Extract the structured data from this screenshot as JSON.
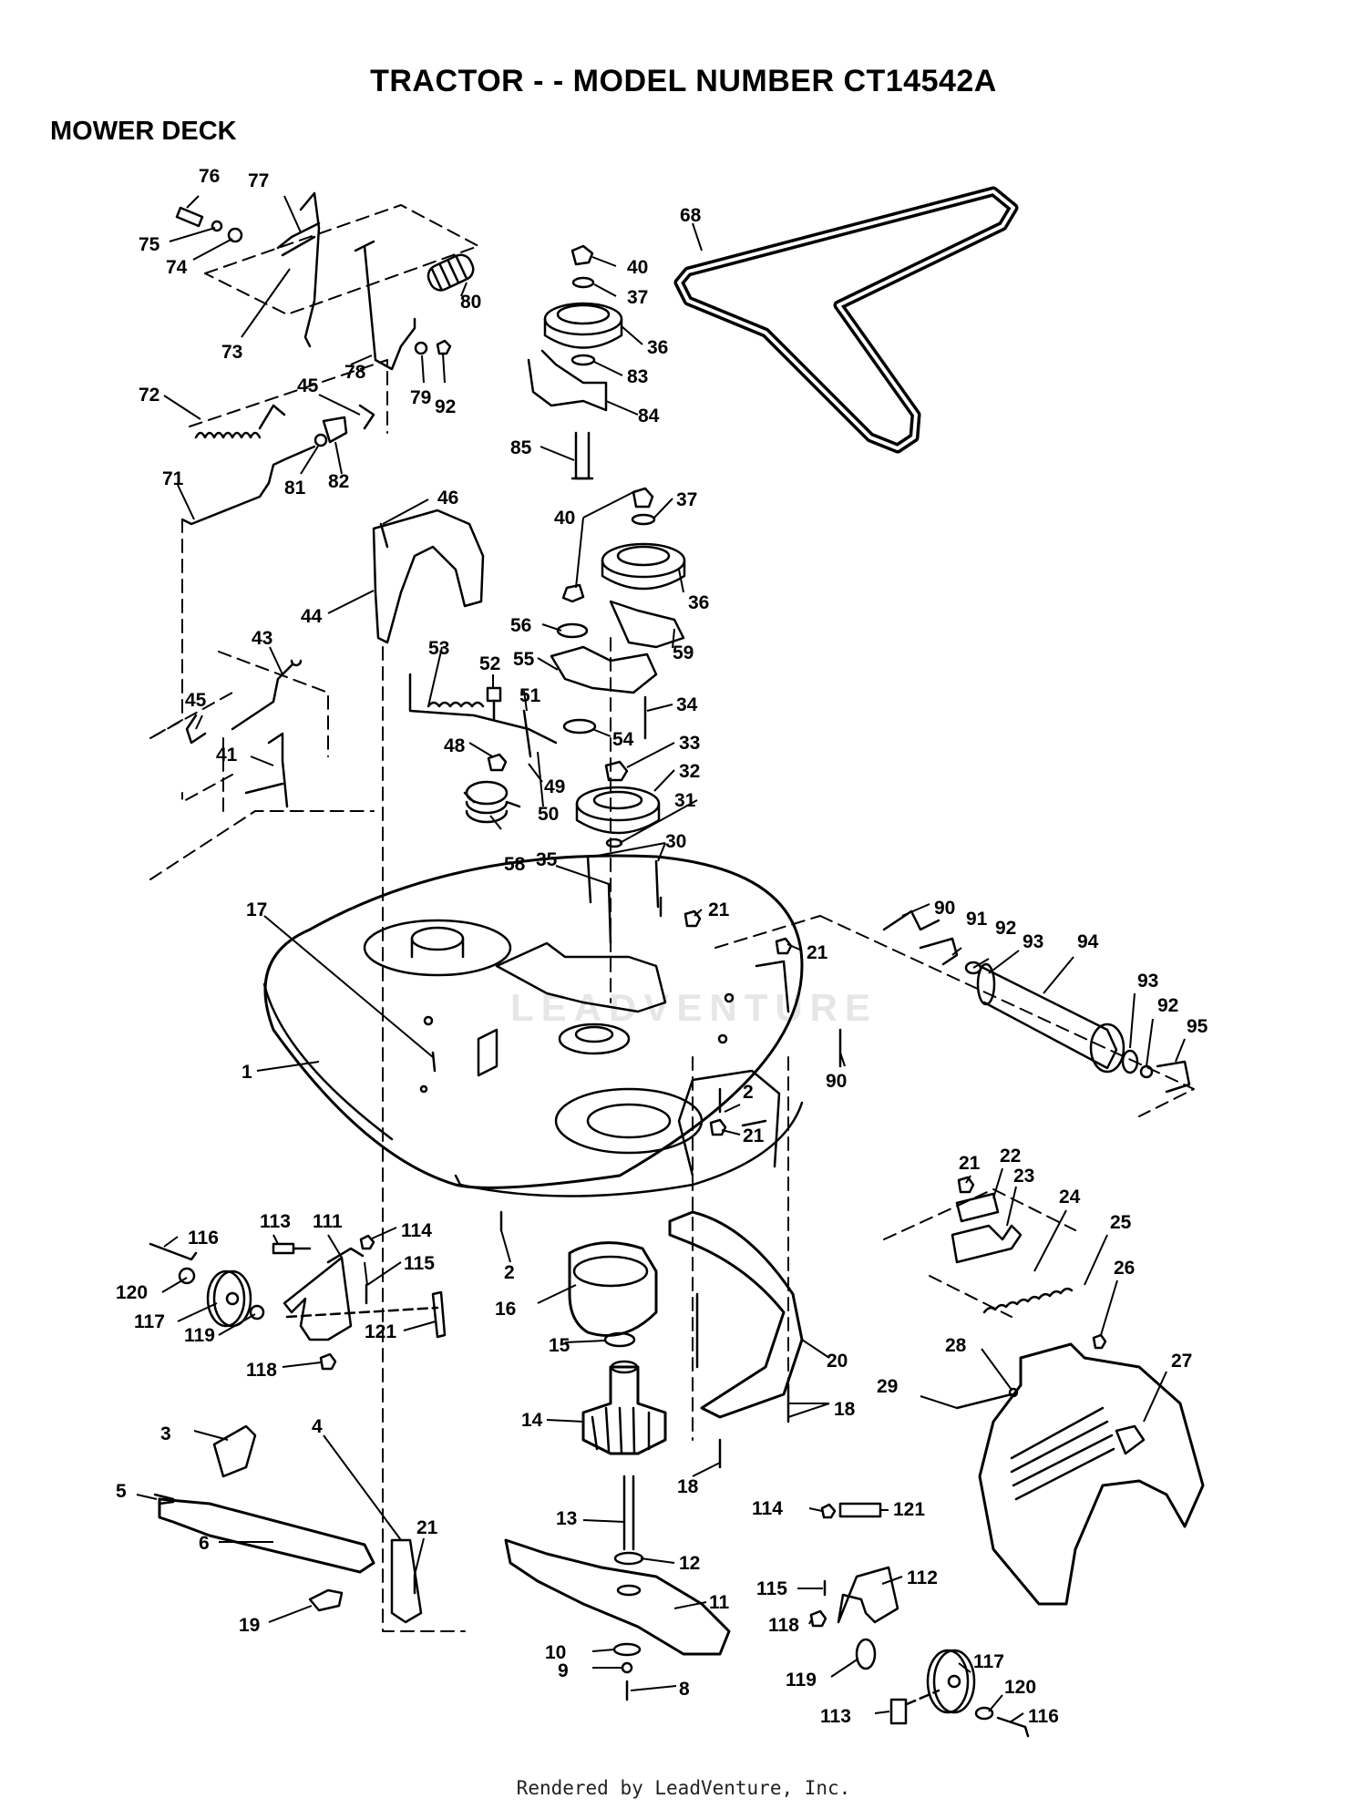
{
  "title": "TRACTOR - - MODEL NUMBER CT14542A",
  "section": "MOWER DECK",
  "watermark": "LEADVENTURE",
  "footer": "Rendered by LeadVenture, Inc.",
  "parts": {
    "p76": "76",
    "p77": "77",
    "p75": "75",
    "p74": "74",
    "p73": "73",
    "p78": "78",
    "p80": "80",
    "p79": "79",
    "p92a": "92",
    "p72": "72",
    "p45a": "45",
    "p81": "81",
    "p82": "82",
    "p71": "71",
    "p68": "68",
    "p40a": "40",
    "p37a": "37",
    "p36a": "36",
    "p83": "83",
    "p84": "84",
    "p85": "85",
    "p46": "46",
    "p44": "44",
    "p40b": "40",
    "p37b": "37",
    "p36b": "36",
    "p56": "56",
    "p55": "55",
    "p59": "59",
    "p53": "53",
    "p52": "52",
    "p51": "51",
    "p34": "34",
    "p54": "54",
    "p33": "33",
    "p32": "32",
    "p48": "48",
    "p49": "49",
    "p50": "50",
    "p31": "31",
    "p30": "30",
    "p58": "58",
    "p35": "35",
    "p43": "43",
    "p45b": "45",
    "p41": "41",
    "p17": "17",
    "p21a": "21",
    "p21b": "21",
    "p90a": "90",
    "p91": "91",
    "p92b": "92",
    "p93a": "93",
    "p94": "94",
    "p93b": "93",
    "p92c": "92",
    "p95": "95",
    "p90b": "90",
    "p1": "1",
    "p2a": "2",
    "p21c": "21",
    "p21d": "21",
    "p22": "22",
    "p23": "23",
    "p24": "24",
    "p25": "25",
    "p26": "26",
    "p113a": "113",
    "p111": "111",
    "p114a": "114",
    "p116a": "116",
    "p115a": "115",
    "p120a": "120",
    "p117a": "117",
    "p119a": "119",
    "p121a": "121",
    "p118a": "118",
    "p2b": "2",
    "p16": "16",
    "p15": "15",
    "p20": "20",
    "p28": "28",
    "p27": "27",
    "p29": "29",
    "p18a": "18",
    "p18b": "18",
    "p14": "14",
    "p3": "3",
    "p4": "4",
    "p5": "5",
    "p6": "6",
    "p21e": "21",
    "p19": "19",
    "p13": "13",
    "p12": "12",
    "p11": "11",
    "p114b": "114",
    "p121b": "121",
    "p115b": "115",
    "p112": "112",
    "p118b": "118",
    "p10": "10",
    "p9": "9",
    "p8": "8",
    "p119b": "119",
    "p117b": "117",
    "p120b": "120",
    "p113b": "113",
    "p116b": "116"
  }
}
